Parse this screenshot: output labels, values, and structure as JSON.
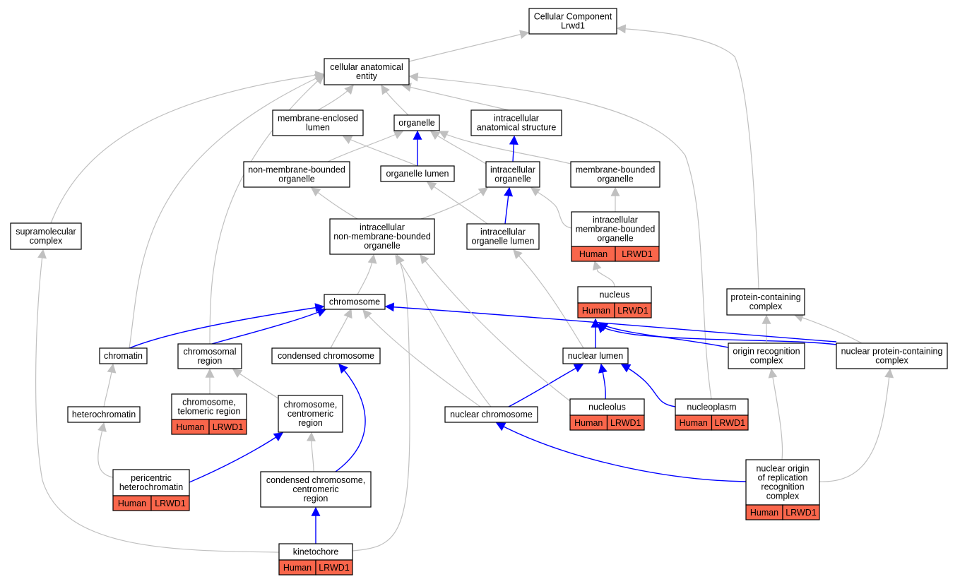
{
  "colors": {
    "is_a": "#c0c0c0",
    "part_of": "#0000ff",
    "annotation": "#f9664b"
  },
  "nodes": [
    {
      "id": "root",
      "lines": [
        "Cellular Component",
        "Lrwd1"
      ]
    },
    {
      "id": "cae",
      "lines": [
        "cellular anatomical",
        "entity"
      ]
    },
    {
      "id": "mel",
      "lines": [
        "membrane-enclosed",
        "lumen"
      ]
    },
    {
      "id": "org",
      "lines": [
        "organelle"
      ]
    },
    {
      "id": "ias",
      "lines": [
        "intracellular",
        "anatomical structure"
      ]
    },
    {
      "id": "nmbo",
      "lines": [
        "non-membrane-bounded",
        "organelle"
      ]
    },
    {
      "id": "ol",
      "lines": [
        "organelle lumen"
      ]
    },
    {
      "id": "io",
      "lines": [
        "intracellular",
        "organelle"
      ]
    },
    {
      "id": "mbo",
      "lines": [
        "membrane-bounded",
        "organelle"
      ]
    },
    {
      "id": "smc",
      "lines": [
        "supramolecular",
        "complex"
      ]
    },
    {
      "id": "inmbo",
      "lines": [
        "intracellular",
        "non-membrane-bounded",
        "organelle"
      ]
    },
    {
      "id": "iol",
      "lines": [
        "intracellular",
        "organelle lumen"
      ]
    },
    {
      "id": "imbo",
      "lines": [
        "intracellular",
        "membrane-bounded",
        "organelle"
      ],
      "annotation": [
        "Human",
        "LRWD1"
      ]
    },
    {
      "id": "nuc",
      "lines": [
        "nucleus"
      ],
      "annotation": [
        "Human",
        "LRWD1"
      ]
    },
    {
      "id": "pcc",
      "lines": [
        "protein-containing",
        "complex"
      ]
    },
    {
      "id": "chrom",
      "lines": [
        "chromosome"
      ]
    },
    {
      "id": "chromatin",
      "lines": [
        "chromatin"
      ]
    },
    {
      "id": "chreg",
      "lines": [
        "chromosomal",
        "region"
      ]
    },
    {
      "id": "cchrom",
      "lines": [
        "condensed chromosome"
      ]
    },
    {
      "id": "nl",
      "lines": [
        "nuclear lumen"
      ]
    },
    {
      "id": "orc",
      "lines": [
        "origin recognition",
        "complex"
      ]
    },
    {
      "id": "npcc",
      "lines": [
        "nuclear protein-containing",
        "complex"
      ]
    },
    {
      "id": "hetero",
      "lines": [
        "heterochromatin"
      ]
    },
    {
      "id": "ctr",
      "lines": [
        "chromosome,",
        "telomeric region"
      ],
      "annotation": [
        "Human",
        "LRWD1"
      ]
    },
    {
      "id": "ccr",
      "lines": [
        "chromosome,",
        "centromeric",
        "region"
      ]
    },
    {
      "id": "nchrom",
      "lines": [
        "nuclear chromosome"
      ]
    },
    {
      "id": "nucleolus",
      "lines": [
        "nucleolus"
      ],
      "annotation": [
        "Human",
        "LRWD1"
      ]
    },
    {
      "id": "nucleoplasm",
      "lines": [
        "nucleoplasm"
      ],
      "annotation": [
        "Human",
        "LRWD1"
      ]
    },
    {
      "id": "phc",
      "lines": [
        "pericentric",
        "heterochromatin"
      ],
      "annotation": [
        "Human",
        "LRWD1"
      ]
    },
    {
      "id": "cccr",
      "lines": [
        "condensed chromosome,",
        "centromeric",
        "region"
      ]
    },
    {
      "id": "norc",
      "lines": [
        "nuclear origin",
        "of replication",
        "recognition",
        "complex"
      ],
      "annotation": [
        "Human",
        "LRWD1"
      ]
    },
    {
      "id": "kin",
      "lines": [
        "kinetochore"
      ],
      "annotation": [
        "Human",
        "LRWD1"
      ]
    }
  ],
  "edges": [
    {
      "from": "cae",
      "to": "root",
      "rel": "is_a"
    },
    {
      "from": "pcc",
      "to": "root",
      "rel": "is_a"
    },
    {
      "from": "mel",
      "to": "cae",
      "rel": "is_a"
    },
    {
      "from": "org",
      "to": "cae",
      "rel": "is_a"
    },
    {
      "from": "ias",
      "to": "cae",
      "rel": "is_a"
    },
    {
      "from": "smc",
      "to": "cae",
      "rel": "is_a"
    },
    {
      "from": "chromatin",
      "to": "cae",
      "rel": "is_a"
    },
    {
      "from": "chreg",
      "to": "cae",
      "rel": "is_a"
    },
    {
      "from": "nucleoplasm",
      "to": "cae",
      "rel": "is_a"
    },
    {
      "from": "nmbo",
      "to": "org",
      "rel": "is_a"
    },
    {
      "from": "ol",
      "to": "org",
      "rel": "part_of"
    },
    {
      "from": "io",
      "to": "org",
      "rel": "is_a"
    },
    {
      "from": "mbo",
      "to": "org",
      "rel": "is_a"
    },
    {
      "from": "ol",
      "to": "mel",
      "rel": "is_a"
    },
    {
      "from": "io",
      "to": "ias",
      "rel": "part_of"
    },
    {
      "from": "inmbo",
      "to": "nmbo",
      "rel": "is_a"
    },
    {
      "from": "inmbo",
      "to": "io",
      "rel": "is_a"
    },
    {
      "from": "iol",
      "to": "ol",
      "rel": "is_a"
    },
    {
      "from": "iol",
      "to": "io",
      "rel": "part_of"
    },
    {
      "from": "imbo",
      "to": "io",
      "rel": "is_a"
    },
    {
      "from": "imbo",
      "to": "mbo",
      "rel": "is_a"
    },
    {
      "from": "nuc",
      "to": "imbo",
      "rel": "is_a"
    },
    {
      "from": "chrom",
      "to": "inmbo",
      "rel": "is_a"
    },
    {
      "from": "nchrom",
      "to": "inmbo",
      "rel": "is_a"
    },
    {
      "from": "kin",
      "to": "inmbo",
      "rel": "is_a"
    },
    {
      "from": "nl",
      "to": "iol",
      "rel": "is_a"
    },
    {
      "from": "nl",
      "to": "nuc",
      "rel": "part_of"
    },
    {
      "from": "orc",
      "to": "nuc",
      "rel": "part_of"
    },
    {
      "from": "npcc",
      "to": "nuc",
      "rel": "part_of"
    },
    {
      "from": "orc",
      "to": "pcc",
      "rel": "is_a"
    },
    {
      "from": "npcc",
      "to": "pcc",
      "rel": "is_a"
    },
    {
      "from": "chromatin",
      "to": "chrom",
      "rel": "part_of"
    },
    {
      "from": "chreg",
      "to": "chrom",
      "rel": "part_of"
    },
    {
      "from": "cchrom",
      "to": "chrom",
      "rel": "is_a"
    },
    {
      "from": "nchrom",
      "to": "chrom",
      "rel": "is_a"
    },
    {
      "from": "npcc",
      "to": "chrom",
      "rel": "part_of"
    },
    {
      "from": "nchrom",
      "to": "nl",
      "rel": "part_of"
    },
    {
      "from": "nucleolus",
      "to": "nl",
      "rel": "part_of"
    },
    {
      "from": "nucleoplasm",
      "to": "nl",
      "rel": "part_of"
    },
    {
      "from": "nucleolus",
      "to": "inmbo",
      "rel": "is_a"
    },
    {
      "from": "hetero",
      "to": "chromatin",
      "rel": "is_a"
    },
    {
      "from": "ctr",
      "to": "chreg",
      "rel": "is_a"
    },
    {
      "from": "ccr",
      "to": "chreg",
      "rel": "is_a"
    },
    {
      "from": "cccr",
      "to": "ccr",
      "rel": "is_a"
    },
    {
      "from": "cccr",
      "to": "cchrom",
      "rel": "part_of"
    },
    {
      "from": "phc",
      "to": "hetero",
      "rel": "is_a"
    },
    {
      "from": "phc",
      "to": "ccr",
      "rel": "part_of"
    },
    {
      "from": "norc",
      "to": "orc",
      "rel": "is_a"
    },
    {
      "from": "norc",
      "to": "npcc",
      "rel": "is_a"
    },
    {
      "from": "norc",
      "to": "nchrom",
      "rel": "part_of"
    },
    {
      "from": "kin",
      "to": "cccr",
      "rel": "part_of"
    },
    {
      "from": "kin",
      "to": "smc",
      "rel": "is_a"
    }
  ]
}
